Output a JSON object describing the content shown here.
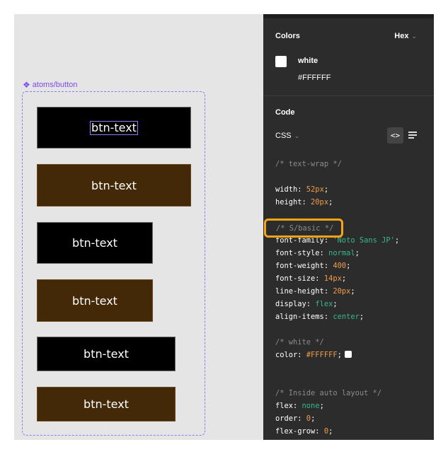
{
  "canvas": {
    "component_name": "atoms/button",
    "buttons": [
      {
        "text": "btn-text",
        "variant": "black",
        "selected": true
      },
      {
        "text": "btn-text",
        "variant": "brown",
        "selected": false
      },
      {
        "text": "btn-text",
        "variant": "black",
        "selected": false
      },
      {
        "text": "btn-text",
        "variant": "brown",
        "selected": false
      },
      {
        "text": "btn-text",
        "variant": "black",
        "selected": false
      },
      {
        "text": "btn-text",
        "variant": "brown",
        "selected": false
      }
    ]
  },
  "panel": {
    "colors": {
      "title": "Colors",
      "format": "Hex",
      "swatch_name": "white",
      "swatch_value": "#FFFFFF",
      "swatch_color": "#FFFFFF"
    },
    "code": {
      "title": "Code",
      "language": "CSS",
      "lines": [
        [
          {
            "t": "/* text-wrap */",
            "c": "comment"
          }
        ],
        [],
        [
          {
            "t": "width: ",
            "c": "plain"
          },
          {
            "t": "52px",
            "c": "num"
          },
          {
            "t": ";",
            "c": "plain"
          }
        ],
        [
          {
            "t": "height: ",
            "c": "plain"
          },
          {
            "t": "20px",
            "c": "num"
          },
          {
            "t": ";",
            "c": "plain"
          }
        ],
        [],
        [
          {
            "t": "",
            "c": "plain"
          }
        ],
        [
          {
            "t": "font-family: ",
            "c": "plain"
          },
          {
            "t": "'Noto Sans JP'",
            "c": "str"
          },
          {
            "t": ";",
            "c": "plain"
          }
        ],
        [
          {
            "t": "font-style: ",
            "c": "plain"
          },
          {
            "t": "normal",
            "c": "kw"
          },
          {
            "t": ";",
            "c": "plain"
          }
        ],
        [
          {
            "t": "font-weight: ",
            "c": "plain"
          },
          {
            "t": "400",
            "c": "num"
          },
          {
            "t": ";",
            "c": "plain"
          }
        ],
        [
          {
            "t": "font-size: ",
            "c": "plain"
          },
          {
            "t": "14px",
            "c": "num"
          },
          {
            "t": ";",
            "c": "plain"
          }
        ],
        [
          {
            "t": "line-height: ",
            "c": "plain"
          },
          {
            "t": "20px",
            "c": "num"
          },
          {
            "t": ";",
            "c": "plain"
          }
        ],
        [
          {
            "t": "display: ",
            "c": "plain"
          },
          {
            "t": "flex",
            "c": "kw"
          },
          {
            "t": ";",
            "c": "plain"
          }
        ],
        [
          {
            "t": "align-items: ",
            "c": "plain"
          },
          {
            "t": "center",
            "c": "kw"
          },
          {
            "t": ";",
            "c": "plain"
          }
        ],
        [],
        [
          {
            "t": "/* white */",
            "c": "comment"
          }
        ],
        [
          {
            "t": "color: ",
            "c": "plain"
          },
          {
            "t": "#FFFFFF",
            "c": "num"
          },
          {
            "t": ";",
            "c": "plain"
          },
          {
            "t": "",
            "c": "swatch"
          }
        ],
        [],
        [],
        [
          {
            "t": "/* Inside auto layout */",
            "c": "comment"
          }
        ],
        [
          {
            "t": "flex: ",
            "c": "plain"
          },
          {
            "t": "none",
            "c": "kw"
          },
          {
            "t": ";",
            "c": "plain"
          }
        ],
        [
          {
            "t": "order: ",
            "c": "plain"
          },
          {
            "t": "0",
            "c": "num"
          },
          {
            "t": ";",
            "c": "plain"
          }
        ],
        [
          {
            "t": "flex-grow: ",
            "c": "plain"
          },
          {
            "t": "0",
            "c": "num"
          },
          {
            "t": ";",
            "c": "plain"
          }
        ]
      ],
      "highlighted_comment": "/* S/basic */"
    }
  },
  "colors": {
    "accent": "#8D7CF5",
    "highlight": "#F5A515",
    "button_black": "#000000",
    "button_brown": "#442908"
  }
}
